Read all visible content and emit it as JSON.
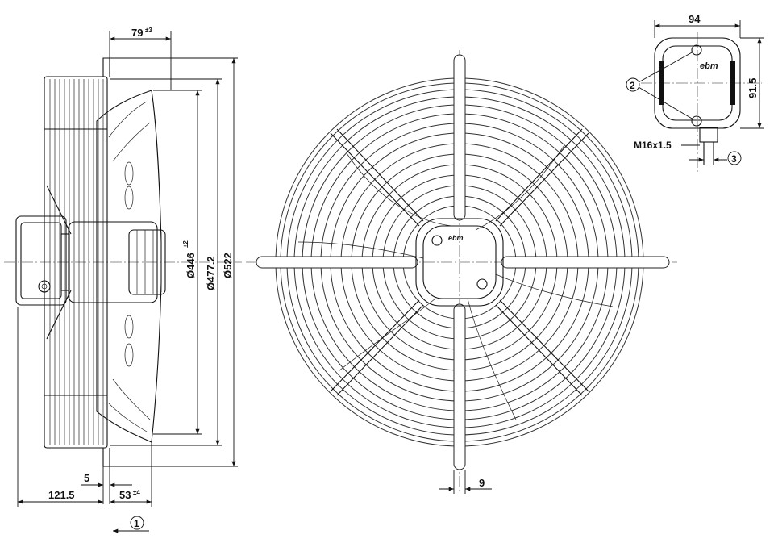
{
  "side_view": {
    "dim_top": "79",
    "dim_top_tol": "±3",
    "dia_446": "Ø446",
    "dia_446_tol": "±2",
    "dia_477": "Ø477.2",
    "dia_522": "Ø522",
    "dim_5": "5",
    "dim_121": "121.5",
    "dim_53": "53",
    "dim_53_tol": "±4",
    "airflow_marker": "1"
  },
  "front_view": {
    "dim_9": "9",
    "logo": "ebm"
  },
  "terminal_box": {
    "dim_width": "94",
    "dim_height": "91.5",
    "callout_2": "2",
    "thread": "M16x1.5",
    "callout_3": "3",
    "logo": "ebm"
  }
}
